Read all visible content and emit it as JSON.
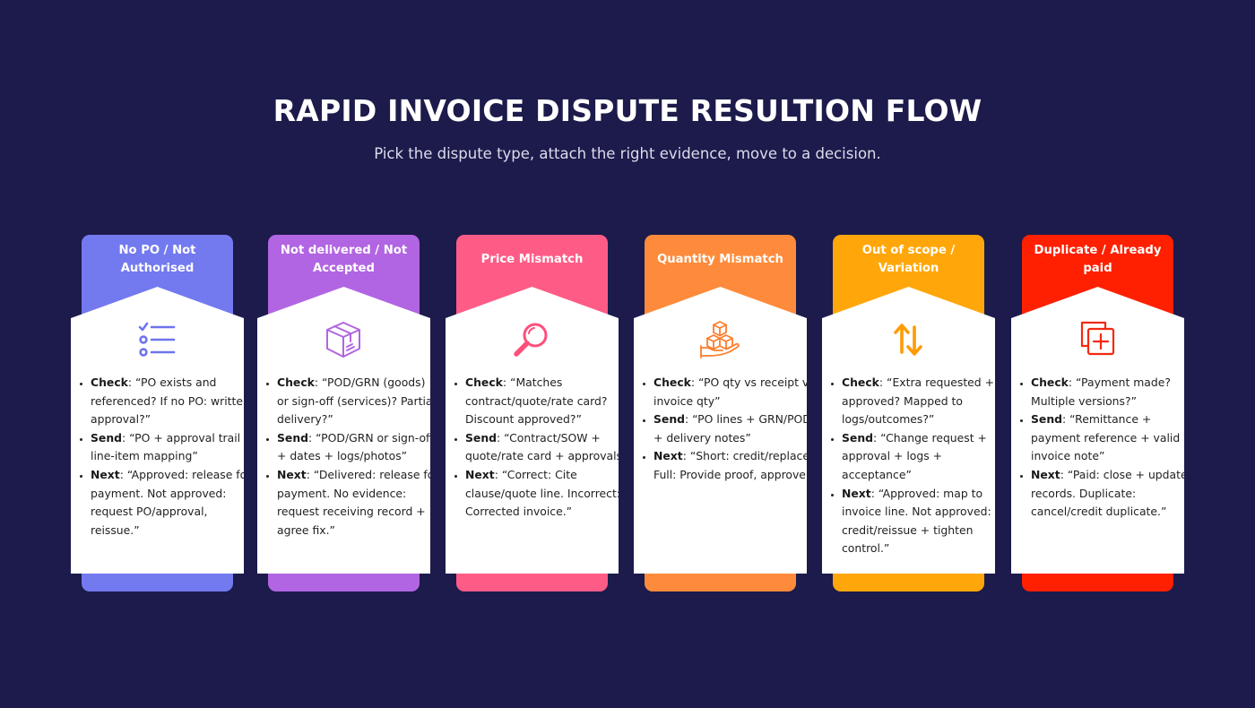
{
  "title": "RAPID INVOICE DISPUTE RESULTION FLOW",
  "subtitle": "Pick the dispute type, attach the right evidence, move to a decision.",
  "labels": {
    "check": "Check",
    "send": "Send",
    "next": "Next"
  },
  "cards": [
    {
      "title": "No PO / Not Authorised",
      "color": "#7379ef",
      "icon": "checklist-icon",
      "check": ": “PO exists and referenced? If no PO: written approval?”",
      "send": ": “PO + approval trail + line-item mapping”",
      "next": ": “Approved: release for payment. Not approved: request PO/approval, reissue.”"
    },
    {
      "title": "Not delivered / Not Accepted",
      "color": "#b165e2",
      "icon": "package-box-icon",
      "check": ": “POD/GRN (goods) or sign-off (services)? Partial delivery?”",
      "send": ": “POD/GRN or sign-off + dates + logs/photos”",
      "next": ": “Delivered: release for payment. No evidence: request receiving record + agree fix.”"
    },
    {
      "title": "Price Mismatch",
      "color": "#fe5c87",
      "icon": "magnifier-icon",
      "check": ": “Matches contract/quote/rate card? Discount approved?”",
      "send": ": “Contract/SOW + quote/rate card + approvals”",
      "next": ": “Correct: Cite clause/quote line. Incorrect: Corrected invoice.”"
    },
    {
      "title": "Quantity Mismatch",
      "color": "#fe8b3b",
      "icon": "boxes-hand-icon",
      "check": ": “PO qty vs receipt vs invoice qty”",
      "send": ": “PO lines + GRN/POD + delivery notes”",
      "next": ": “Short: credit/replace. Full: Provide proof, approve.”"
    },
    {
      "title": "Out of scope / Variation",
      "color": "#ffa70a",
      "icon": "up-down-arrows-icon",
      "check": ": “Extra requested + approved? Mapped to logs/outcomes?”",
      "send": ": “Change request + approval + logs + acceptance”",
      "next": ": “Approved: map to invoice line. Not approved: credit/reissue + tighten control.”"
    },
    {
      "title": "Duplicate / Already paid",
      "color": "#fe2000",
      "icon": "duplicate-copy-icon",
      "check": ": “Payment made? Multiple versions?”",
      "send": ": “Remittance + payment reference + valid invoice note”",
      "next": ": “Paid: close + update records. Duplicate: cancel/credit duplicate.”"
    }
  ]
}
